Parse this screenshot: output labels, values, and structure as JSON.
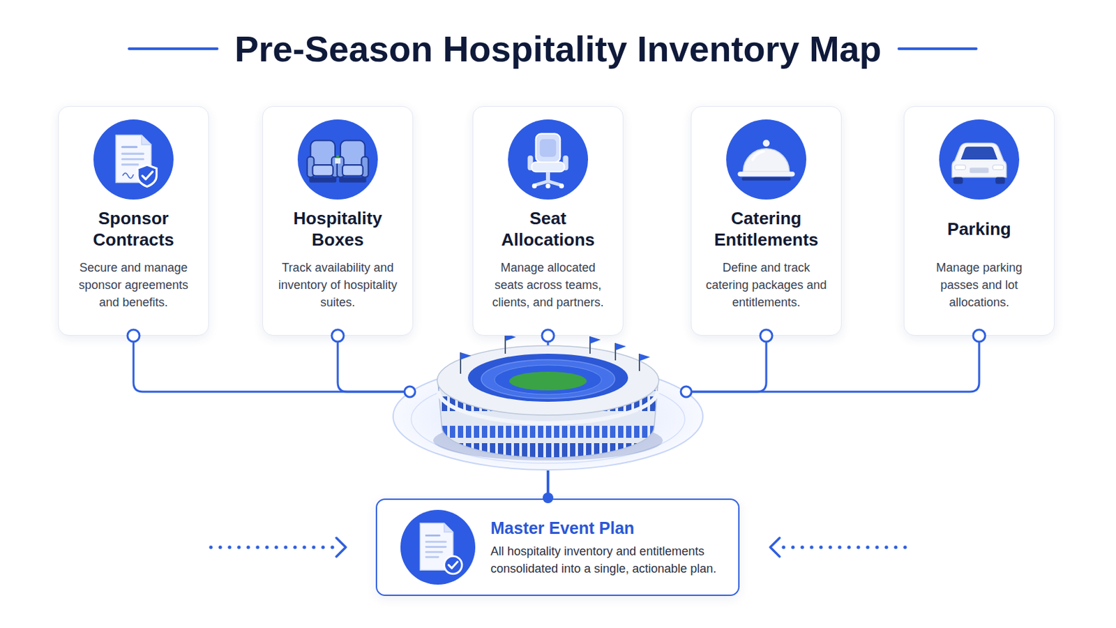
{
  "diagram": {
    "title": "Pre-Season Hospitality Inventory Map",
    "nodes": [
      {
        "text": [
          "Sponsor Contracts",
          "Secure and manage sponsor agreements and benefits."
        ]
      },
      {
        "text": [
          "Hospitality Boxes",
          "Track availability and inventory of hospitality suites."
        ]
      },
      {
        "text": [
          "Seat Allocations",
          "Manage allocated seats across teams, clients, and partners."
        ]
      },
      {
        "text": [
          "Catering Entitlements",
          "Define and track catering packages and entitlements."
        ]
      },
      {
        "text": [
          "Parking",
          "Manage parking passes and lot allocations."
        ]
      },
      {
        "text": [
          "Master Event Plan",
          "All hospitality inventory and entitlements consolidated into a single, actionable plan."
        ]
      }
    ],
    "edges": [
      {
        "from": 0,
        "to": 5,
        "arrow": "none"
      },
      {
        "from": 1,
        "to": 5,
        "arrow": "none"
      },
      {
        "from": 2,
        "to": 5,
        "arrow": "none"
      },
      {
        "from": 3,
        "to": 5,
        "arrow": "none"
      },
      {
        "from": 4,
        "to": 5,
        "arrow": "none"
      }
    ]
  }
}
